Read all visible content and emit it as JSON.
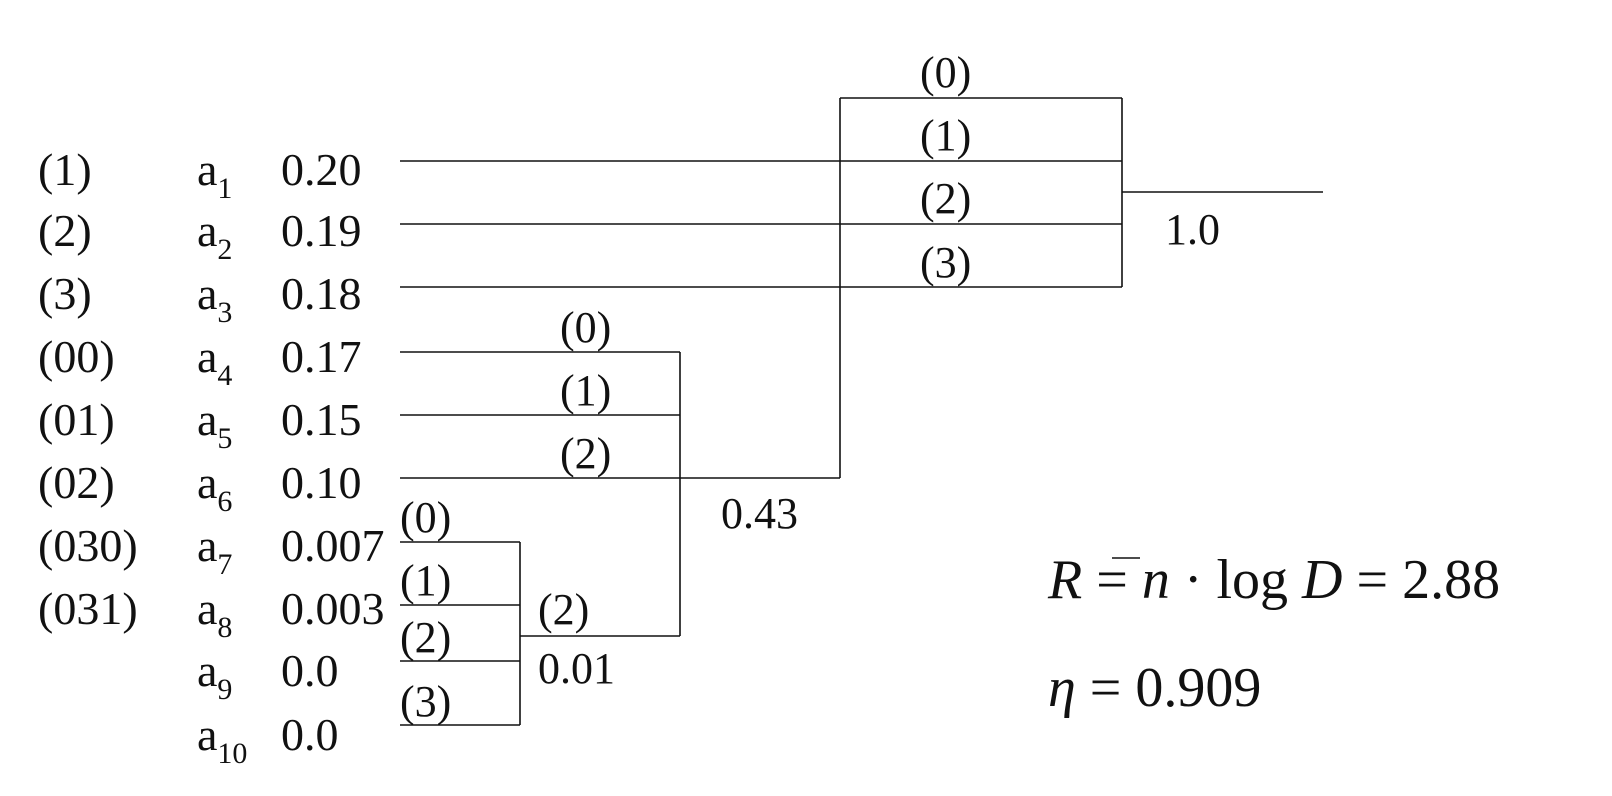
{
  "symbols": [
    {
      "code": "(1)",
      "base": "a",
      "index": "1",
      "prob": "0.20"
    },
    {
      "code": "(2)",
      "base": "a",
      "index": "2",
      "prob": "0.19"
    },
    {
      "code": "(3)",
      "base": "a",
      "index": "3",
      "prob": "0.18"
    },
    {
      "code": "(00)",
      "base": "a",
      "index": "4",
      "prob": "0.17"
    },
    {
      "code": "(01)",
      "base": "a",
      "index": "5",
      "prob": "0.15"
    },
    {
      "code": "(02)",
      "base": "a",
      "index": "6",
      "prob": "0.10"
    },
    {
      "code": "(030)",
      "base": "a",
      "index": "7",
      "prob": "0.007"
    },
    {
      "code": "(031)",
      "base": "a",
      "index": "8",
      "prob": "0.003"
    },
    {
      "code": "",
      "base": "a",
      "index": "9",
      "prob": "0.0"
    },
    {
      "code": "",
      "base": "a",
      "index": "10",
      "prob": "0.0"
    }
  ],
  "merges": {
    "stage1": {
      "branch_labels": [
        "(0)",
        "(1)",
        "(2)",
        "(3)"
      ],
      "result": "0.01"
    },
    "stage2": {
      "branch_labels": [
        "(0)",
        "(1)",
        "(2)"
      ],
      "result": "0.43"
    },
    "stage3": {
      "branch_labels": [
        "(0)",
        "(1)",
        "(2)",
        "(3)"
      ],
      "result": "1.0"
    }
  },
  "equations": {
    "rate": {
      "lhs": "R",
      "eq": " = ",
      "nbar": "n",
      "dot": " · log ",
      "D": "D",
      "rhs": " = 2.88"
    },
    "efficiency": {
      "eta": "η",
      "rhs": " = 0.909"
    }
  }
}
